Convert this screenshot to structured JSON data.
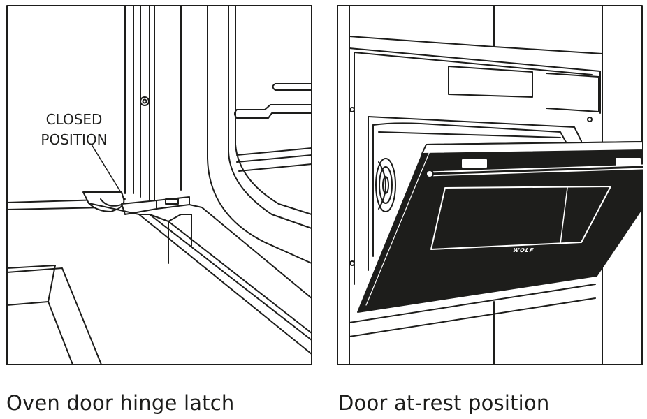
{
  "left_panel": {
    "callout_line1": "CLOSED",
    "callout_line2": "POSITION",
    "caption": "Oven door hinge latch"
  },
  "right_panel": {
    "brand_badge": "WOLF",
    "caption": "Door at-rest position"
  },
  "colors": {
    "line": "#1d1d1b",
    "background": "#ffffff",
    "door_glass": "#1d1d1b"
  }
}
